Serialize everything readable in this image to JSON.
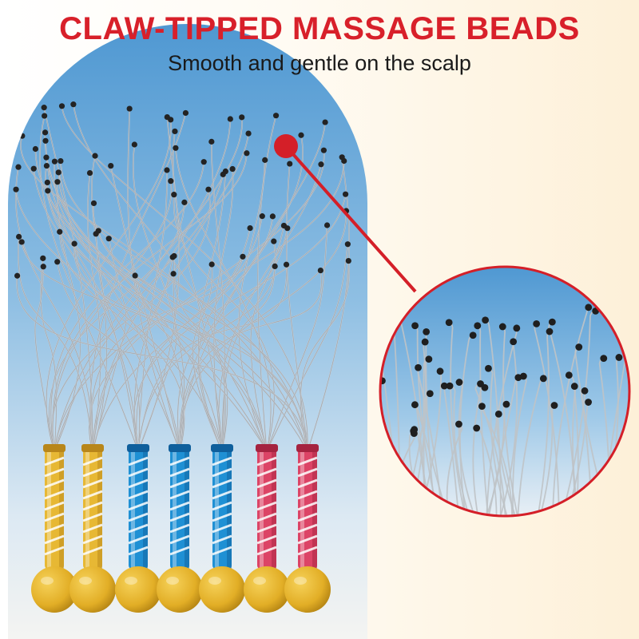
{
  "header": {
    "title": "CLAW-TIPPED MASSAGE BEADS",
    "subtitle": "Smooth and gentle on the scalp"
  },
  "colors": {
    "title": "#d8202a",
    "callout": "#d41f28",
    "sky_top": "#5ea3d6",
    "sky_bottom": "#e6f0f7",
    "handle_gold": "#e0b12e",
    "handle_blue": "#1a86c9",
    "handle_red": "#d23a5c",
    "ball": "#e8b92d"
  },
  "product": {
    "handles": [
      "gold",
      "gold",
      "blue",
      "blue",
      "blue",
      "red",
      "red"
    ]
  }
}
